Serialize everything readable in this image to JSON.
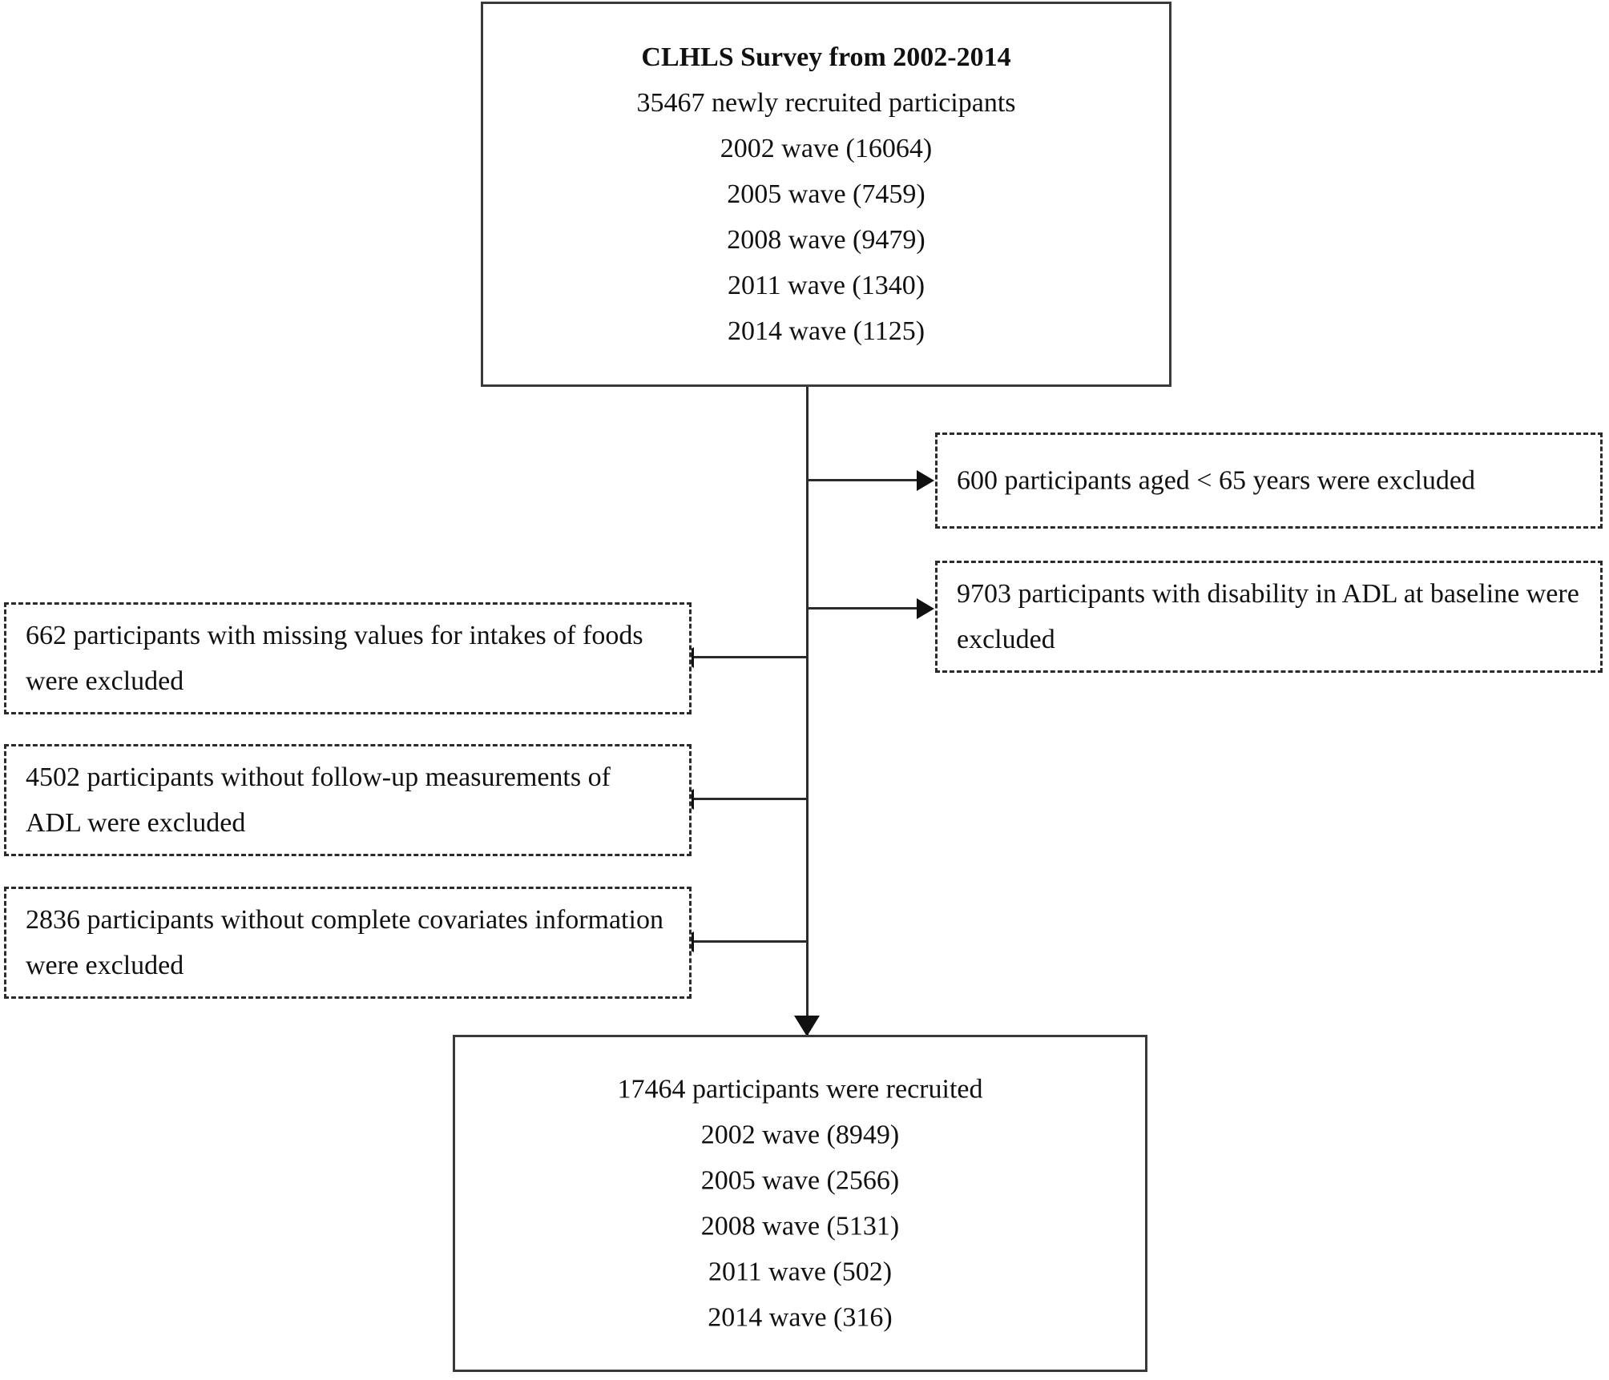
{
  "figure": {
    "type": "flowchart",
    "orientation": "top-to-bottom"
  },
  "top_box": {
    "title": "CLHLS Survey from 2002-2014",
    "subtitle": "35467 newly recruited participants",
    "waves": [
      "2002 wave (16064)",
      "2005 wave (7459)",
      "2008 wave (9479)",
      "2011 wave (1340)",
      "2014 wave (1125)"
    ]
  },
  "exclusions_right": [
    {
      "text": "600 participants aged < 65 years were excluded"
    },
    {
      "text": "9703 participants with disability in ADL at baseline were excluded"
    }
  ],
  "exclusions_left": [
    {
      "text": "662 participants with missing values for intakes of foods were excluded"
    },
    {
      "text": "4502 participants without follow-up measurements of ADL were excluded"
    },
    {
      "text": "2836 participants without complete covariates information were excluded"
    }
  ],
  "bottom_box": {
    "title": "17464 participants were recruited",
    "waves": [
      "2002 wave (8949)",
      "2005 wave (2566)",
      "2008 wave (5131)",
      "2011 wave (502)",
      "2014 wave (316)"
    ]
  },
  "colors": {
    "line": "#2b2b2b",
    "text": "#111111",
    "background": "#ffffff"
  }
}
